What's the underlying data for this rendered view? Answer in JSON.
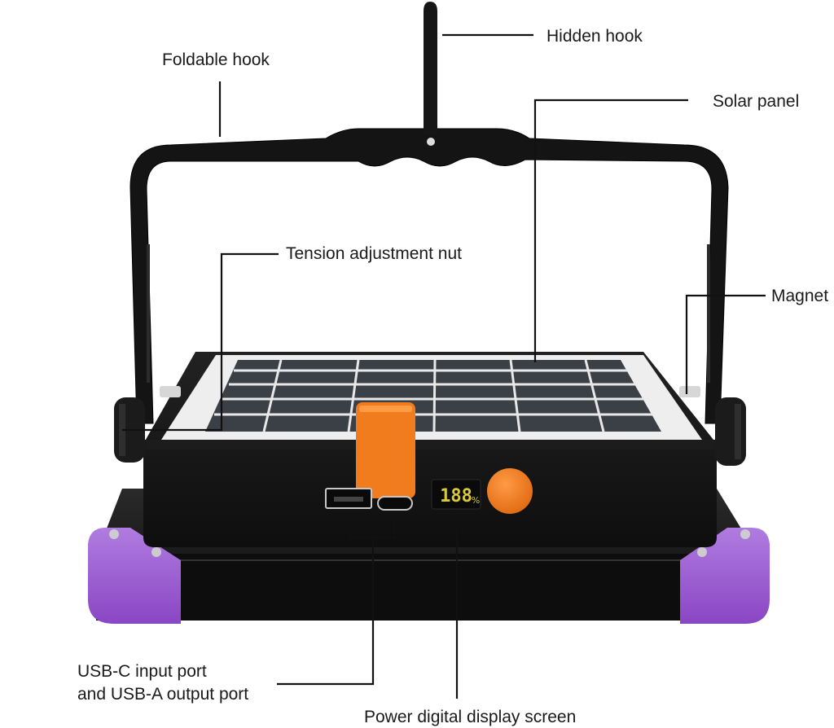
{
  "labels": {
    "hidden_hook": "Hidden hook",
    "foldable_hook": "Foldable hook",
    "solar_panel": "Solar panel",
    "tension_nut": "Tension adjustment nut",
    "magnet": "Magnet",
    "ports_line1": "USB-C input port",
    "ports_line2": "and USB-A output port",
    "display_screen": "Power digital display screen"
  },
  "display_readout": "188",
  "display_unit": "%",
  "colors": {
    "body": "#151515",
    "bumper_purple": "#9b59d0",
    "orange_accent": "#f07c1e",
    "solar_cell": "#3b3f46",
    "display_digits": "#d9c83a"
  }
}
